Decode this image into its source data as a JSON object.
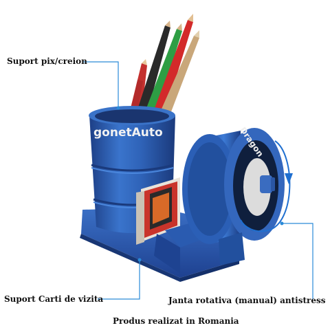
{
  "labels": {
    "pen_holder": "Suport pix/creion",
    "card_holder": "Suport Carti de vizita",
    "wheel": "Janta rotativa (manual)  antistress",
    "footer": "Produs realizat in Romania"
  },
  "product": {
    "cup_text": "gonetAuto",
    "wheel_text": "Dragon"
  },
  "colors": {
    "body_blue": "#2f63b8",
    "leader_blue": "#2a8ad8",
    "arrow_blue": "#1f6fd0"
  }
}
